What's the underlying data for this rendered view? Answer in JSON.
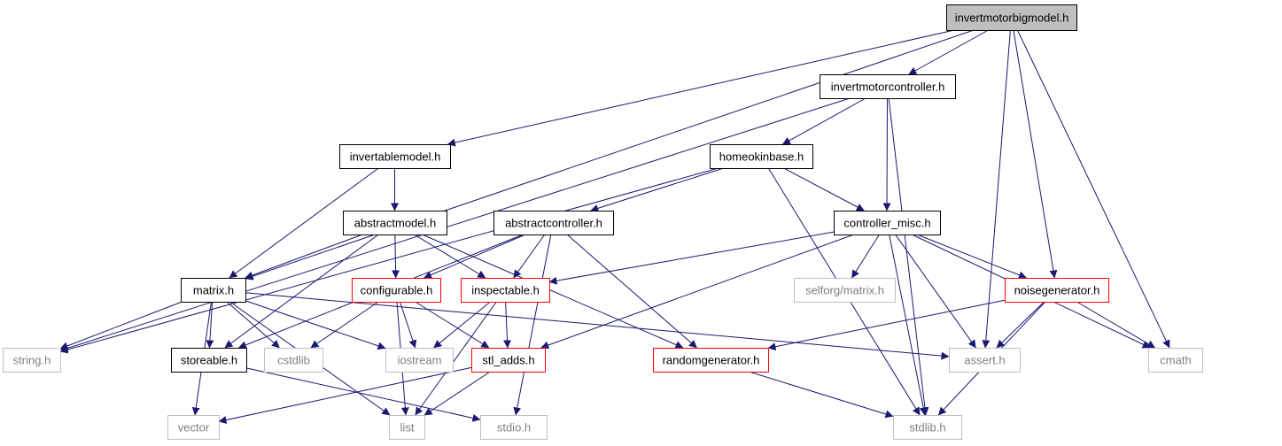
{
  "colors": {
    "edge": "#191970",
    "node_border_black": "#000000",
    "node_border_red": "#ff0000",
    "node_border_gray": "#bfbfbf",
    "text_black": "#000000",
    "text_gray": "#7f7f7f",
    "root_fill": "#bfbfbf",
    "node_fill": "#ffffff"
  },
  "nodes": [
    {
      "id": "invertmotorbigmodel",
      "label": "invertmotorbigmodel.h",
      "style": "root"
    },
    {
      "id": "invertmotorcontroller",
      "label": "invertmotorcontroller.h",
      "style": "black"
    },
    {
      "id": "invertablemodel",
      "label": "invertablemodel.h",
      "style": "black"
    },
    {
      "id": "homeokinbase",
      "label": "homeokinbase.h",
      "style": "black"
    },
    {
      "id": "abstractmodel",
      "label": "abstractmodel.h",
      "style": "black"
    },
    {
      "id": "abstractcontroller",
      "label": "abstractcontroller.h",
      "style": "black"
    },
    {
      "id": "controller_misc",
      "label": "controller_misc.h",
      "style": "black"
    },
    {
      "id": "matrix",
      "label": "matrix.h",
      "style": "black"
    },
    {
      "id": "configurable",
      "label": "configurable.h",
      "style": "red"
    },
    {
      "id": "inspectable",
      "label": "inspectable.h",
      "style": "red"
    },
    {
      "id": "selforg_matrix",
      "label": "selforg/matrix.h",
      "style": "gray"
    },
    {
      "id": "noisegenerator",
      "label": "noisegenerator.h",
      "style": "red"
    },
    {
      "id": "string",
      "label": "string.h",
      "style": "gray"
    },
    {
      "id": "storeable",
      "label": "storeable.h",
      "style": "black"
    },
    {
      "id": "cstdlib",
      "label": "cstdlib",
      "style": "gray"
    },
    {
      "id": "iostream",
      "label": "iostream",
      "style": "gray"
    },
    {
      "id": "stl_adds",
      "label": "stl_adds.h",
      "style": "red"
    },
    {
      "id": "randomgenerator",
      "label": "randomgenerator.h",
      "style": "red"
    },
    {
      "id": "assert",
      "label": "assert.h",
      "style": "gray"
    },
    {
      "id": "cmath",
      "label": "cmath",
      "style": "gray"
    },
    {
      "id": "vector",
      "label": "vector",
      "style": "gray"
    },
    {
      "id": "list",
      "label": "list",
      "style": "gray"
    },
    {
      "id": "stdio",
      "label": "stdio.h",
      "style": "gray"
    },
    {
      "id": "stdlib",
      "label": "stdlib.h",
      "style": "gray"
    }
  ],
  "edges": [
    [
      "invertmotorbigmodel",
      "invertmotorcontroller"
    ],
    [
      "invertmotorbigmodel",
      "invertablemodel"
    ],
    [
      "invertmotorbigmodel",
      "matrix"
    ],
    [
      "invertmotorbigmodel",
      "noisegenerator"
    ],
    [
      "invertmotorbigmodel",
      "assert"
    ],
    [
      "invertmotorbigmodel",
      "cmath"
    ],
    [
      "invertmotorcontroller",
      "homeokinbase"
    ],
    [
      "invertmotorcontroller",
      "controller_misc"
    ],
    [
      "invertmotorcontroller",
      "string"
    ],
    [
      "invertmotorcontroller",
      "stdlib"
    ],
    [
      "invertablemodel",
      "abstractmodel"
    ],
    [
      "invertablemodel",
      "matrix"
    ],
    [
      "homeokinbase",
      "abstractcontroller"
    ],
    [
      "homeokinbase",
      "controller_misc"
    ],
    [
      "homeokinbase",
      "string"
    ],
    [
      "homeokinbase",
      "stdlib"
    ],
    [
      "abstractmodel",
      "matrix"
    ],
    [
      "abstractmodel",
      "configurable"
    ],
    [
      "abstractmodel",
      "inspectable"
    ],
    [
      "abstractmodel",
      "storeable"
    ],
    [
      "abstractmodel",
      "randomgenerator"
    ],
    [
      "abstractcontroller",
      "configurable"
    ],
    [
      "abstractcontroller",
      "inspectable"
    ],
    [
      "abstractcontroller",
      "storeable"
    ],
    [
      "abstractcontroller",
      "randomgenerator"
    ],
    [
      "abstractcontroller",
      "stdio"
    ],
    [
      "controller_misc",
      "inspectable"
    ],
    [
      "controller_misc",
      "selforg_matrix"
    ],
    [
      "controller_misc",
      "noisegenerator"
    ],
    [
      "controller_misc",
      "stl_adds"
    ],
    [
      "controller_misc",
      "assert"
    ],
    [
      "controller_misc",
      "cmath"
    ],
    [
      "controller_misc",
      "stdlib"
    ],
    [
      "matrix",
      "string"
    ],
    [
      "matrix",
      "storeable"
    ],
    [
      "matrix",
      "cstdlib"
    ],
    [
      "matrix",
      "iostream"
    ],
    [
      "matrix",
      "assert"
    ],
    [
      "matrix",
      "vector"
    ],
    [
      "matrix",
      "list"
    ],
    [
      "configurable",
      "cstdlib"
    ],
    [
      "configurable",
      "iostream"
    ],
    [
      "configurable",
      "stl_adds"
    ],
    [
      "configurable",
      "list"
    ],
    [
      "inspectable",
      "iostream"
    ],
    [
      "inspectable",
      "stl_adds"
    ],
    [
      "inspectable",
      "list"
    ],
    [
      "noisegenerator",
      "randomgenerator"
    ],
    [
      "noisegenerator",
      "assert"
    ],
    [
      "noisegenerator",
      "cmath"
    ],
    [
      "noisegenerator",
      "stdlib"
    ],
    [
      "storeable",
      "stdio"
    ],
    [
      "stl_adds",
      "vector"
    ],
    [
      "stl_adds",
      "list"
    ],
    [
      "randomgenerator",
      "stdlib"
    ]
  ]
}
